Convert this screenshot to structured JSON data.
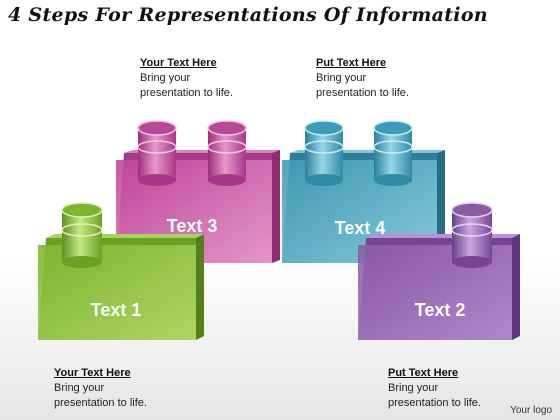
{
  "title": "4 Steps For Representations Of Information",
  "blocks": [
    {
      "label": "Text 1",
      "color": "#7fb52e"
    },
    {
      "label": "Text 2",
      "color": "#8a5aa6"
    },
    {
      "label": "Text 3",
      "color": "#c0479a"
    },
    {
      "label": "Text 4",
      "color": "#3f9bb3"
    }
  ],
  "notes": [
    {
      "heading": "Your Text Here",
      "line1": "Bring your",
      "line2": "presentation to life."
    },
    {
      "heading": "Put Text Here",
      "line1": "Bring your",
      "line2": "presentation to life."
    },
    {
      "heading": "Your Text Here",
      "line1": "Bring your",
      "line2": "presentation to life."
    },
    {
      "heading": "Put Text Here",
      "line1": "Bring your",
      "line2": "presentation to life."
    }
  ],
  "logo": "Your logo"
}
